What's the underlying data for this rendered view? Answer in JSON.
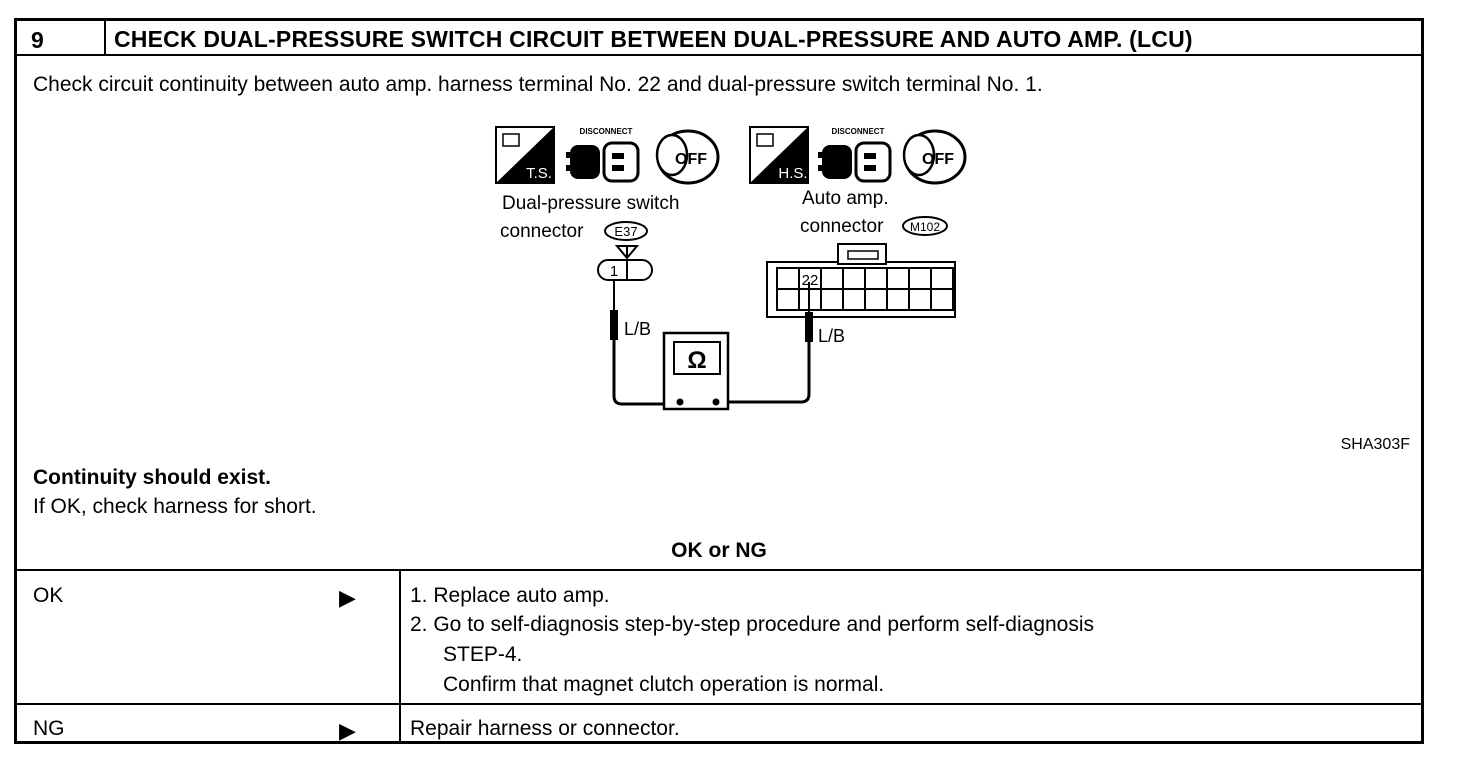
{
  "step": {
    "number": "9",
    "title": "CHECK DUAL-PRESSURE SWITCH CIRCUIT BETWEEN DUAL-PRESSURE AND AUTO AMP. (LCU)"
  },
  "instruction": "Check circuit continuity between auto amp. harness terminal No. 22 and dual-pressure switch terminal No. 1.",
  "diagram": {
    "left_icon_label": "T.S.",
    "right_icon_label": "H.S.",
    "disconnect_label": "DISCONNECT",
    "off_label": "OFF",
    "dual_pressure_line1": "Dual-pressure  switch",
    "dual_pressure_line2": "connector",
    "dual_pressure_id": "E37",
    "dual_pressure_terminal": "1",
    "auto_amp_line1": "Auto  amp.",
    "auto_amp_line2": "connector",
    "auto_amp_id": "M102",
    "auto_amp_terminal": "22",
    "wire_left": "L/B",
    "wire_right": "L/B",
    "meter_symbol": "Ω",
    "figure_code": "SHA303F"
  },
  "result": {
    "expected": "Continuity should exist.",
    "if_ok": "If OK, check harness for short."
  },
  "decision_header": "OK or NG",
  "rows": [
    {
      "condition": "OK",
      "arrow": "▶",
      "steps": [
        "1.  Replace auto amp.",
        "2.  Go to self-diagnosis step-by-step procedure  and perform self-diagnosis",
        "STEP-4.",
        "Confirm that magnet clutch operation is normal."
      ]
    },
    {
      "condition": "NG",
      "arrow": "▶",
      "action": "Repair harness or connector."
    }
  ]
}
